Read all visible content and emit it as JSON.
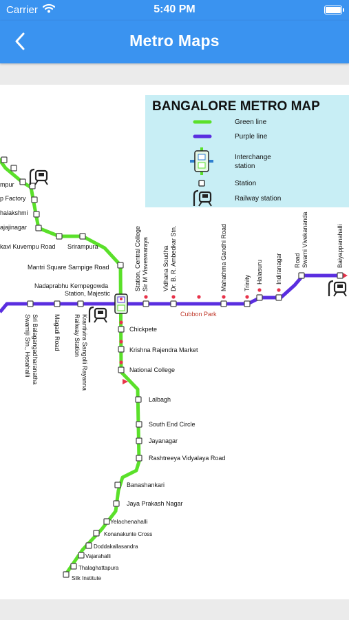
{
  "status_bar": {
    "carrier": "Carrier",
    "time": "5:40 PM"
  },
  "nav": {
    "title": "Metro Maps",
    "back_icon": "chevron-left-icon"
  },
  "colors": {
    "accent": "#3a93f0",
    "green_line": "#5ae02a",
    "purple_line": "#5a2ee0",
    "legend_bg": "#c8eef5",
    "station_dot": "#e8334a",
    "interchange": "#2f7fd0"
  },
  "map": {
    "title": "BANGALORE METRO MAP",
    "legend": {
      "green_line": "Green line",
      "purple_line": "Purple line",
      "interchange_1": "Interchange",
      "interchange_2": "station",
      "station": "Station",
      "railway": "Railway station"
    },
    "green_north": [
      "mpur",
      "p Factory",
      "halakshmi",
      "ajajinagar",
      "kavi Kuvempu Road",
      "Srirampura",
      "Mantri Square Sampige Road"
    ],
    "interchange": {
      "name_1": "Nadaprabhu Kempegowda",
      "name_2": "Station, Majestic"
    },
    "purple_west": {
      "hosahalli_1": "Sri Balagangadharanatha",
      "hosahalli_2": "Swamiji Stn., Hosahalli",
      "magadi": "Magadi Road",
      "ksr_1": "Krantivira Sangolli Rayanna",
      "ksr_2": "Railway Station"
    },
    "purple_east": {
      "vidhana_1": "Sir M Visveswaraya",
      "vidhana_2": "Station, Central College",
      "ambedkar_1": "Dr. B. R. Ambedkar Stn.",
      "ambedkar_2": "Vidhana Soudha",
      "cubbon": "Cubbon Park",
      "mg_road": "Mahathma Gandhi Road",
      "trinity": "Trinity",
      "halasuru": "Halasuru",
      "indiranagar": "Indiranagar",
      "vivekananda_1": "Swami Vivekananda",
      "vivekananda_2": "Road",
      "baiyappanahalli": "Baiyappanahalli"
    },
    "green_south": [
      "Chickpete",
      "Krishna Rajendra Market",
      "National College",
      "Lalbagh",
      "South End Circle",
      "Jayanagar",
      "Rashtreeya Vidyalaya Road",
      "Banashankari",
      "Jaya Prakash Nagar",
      "Yelachenahalli",
      "Konanakunte Cross",
      "Doddakallasandra",
      "Vajarahalli",
      "Thalaghattapura",
      "Silk Institute"
    ]
  }
}
